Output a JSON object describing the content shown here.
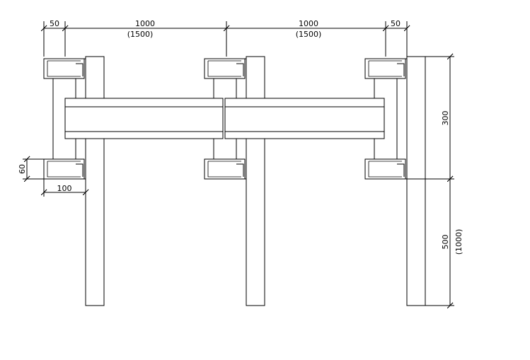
{
  "dimensions": {
    "top_left_offset": "50",
    "span_left": "1000",
    "span_left_alt": "(1500)",
    "span_right": "1000",
    "span_right_alt": "(1500)",
    "top_right_offset": "50",
    "left_height": "60",
    "left_width": "100",
    "right_upper": "300",
    "right_lower": "500",
    "right_lower_alt": "(1000)"
  }
}
